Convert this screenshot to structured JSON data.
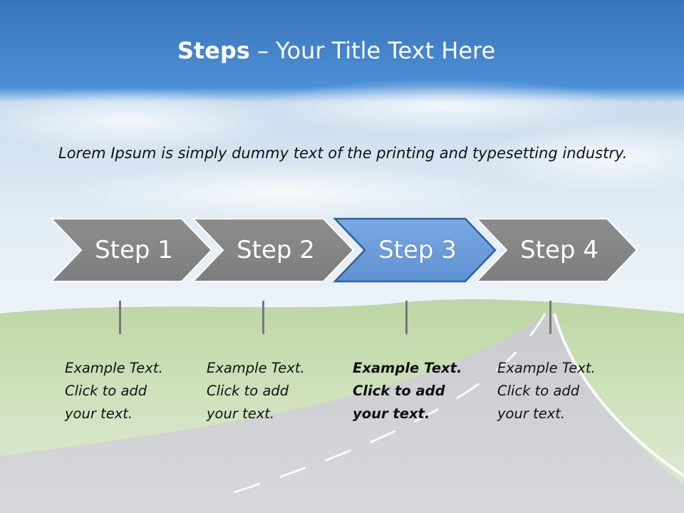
{
  "slide": {
    "title_bold": "Steps",
    "title_rest": " – Your Title Text Here",
    "intro": "Lorem Ipsum is simply dummy text of the printing and typesetting industry.",
    "colors": {
      "sky_top": "#3e7fc4",
      "step_gray": "#8a8a8a",
      "step_active": "#6d9fdb",
      "step_active_border": "#2f5f9c",
      "tick": "#777777"
    },
    "steps": [
      {
        "label": "Step 1",
        "active": false,
        "lines": [
          "Example Text.",
          "Click  to add",
          "your text."
        ]
      },
      {
        "label": "Step 2",
        "active": false,
        "lines": [
          "Example Text.",
          "Click  to add",
          "your text."
        ]
      },
      {
        "label": "Step 3",
        "active": true,
        "lines": [
          "Example Text.",
          "Click  to add",
          "your text."
        ]
      },
      {
        "label": "Step 4",
        "active": false,
        "lines": [
          "Example Text.",
          "Click  to add",
          "your text."
        ]
      }
    ]
  }
}
